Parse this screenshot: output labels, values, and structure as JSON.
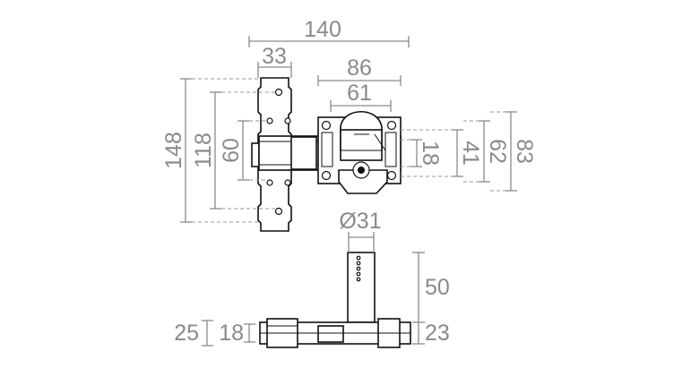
{
  "dimensions": {
    "top_width": "140",
    "plate_width": "33",
    "body_width": "86",
    "body_inner": "61",
    "plate_height": "148",
    "plate_holes_outer": "118",
    "plate_holes_inner": "60",
    "bolt_height": "18",
    "body_inner_height": "41",
    "body_holes_height": "62",
    "body_height": "83",
    "cylinder_diameter": "Ø31",
    "cylinder_length": "50",
    "base_depth": "23",
    "plate_depth": "25",
    "plate_depth_inner": "18"
  }
}
